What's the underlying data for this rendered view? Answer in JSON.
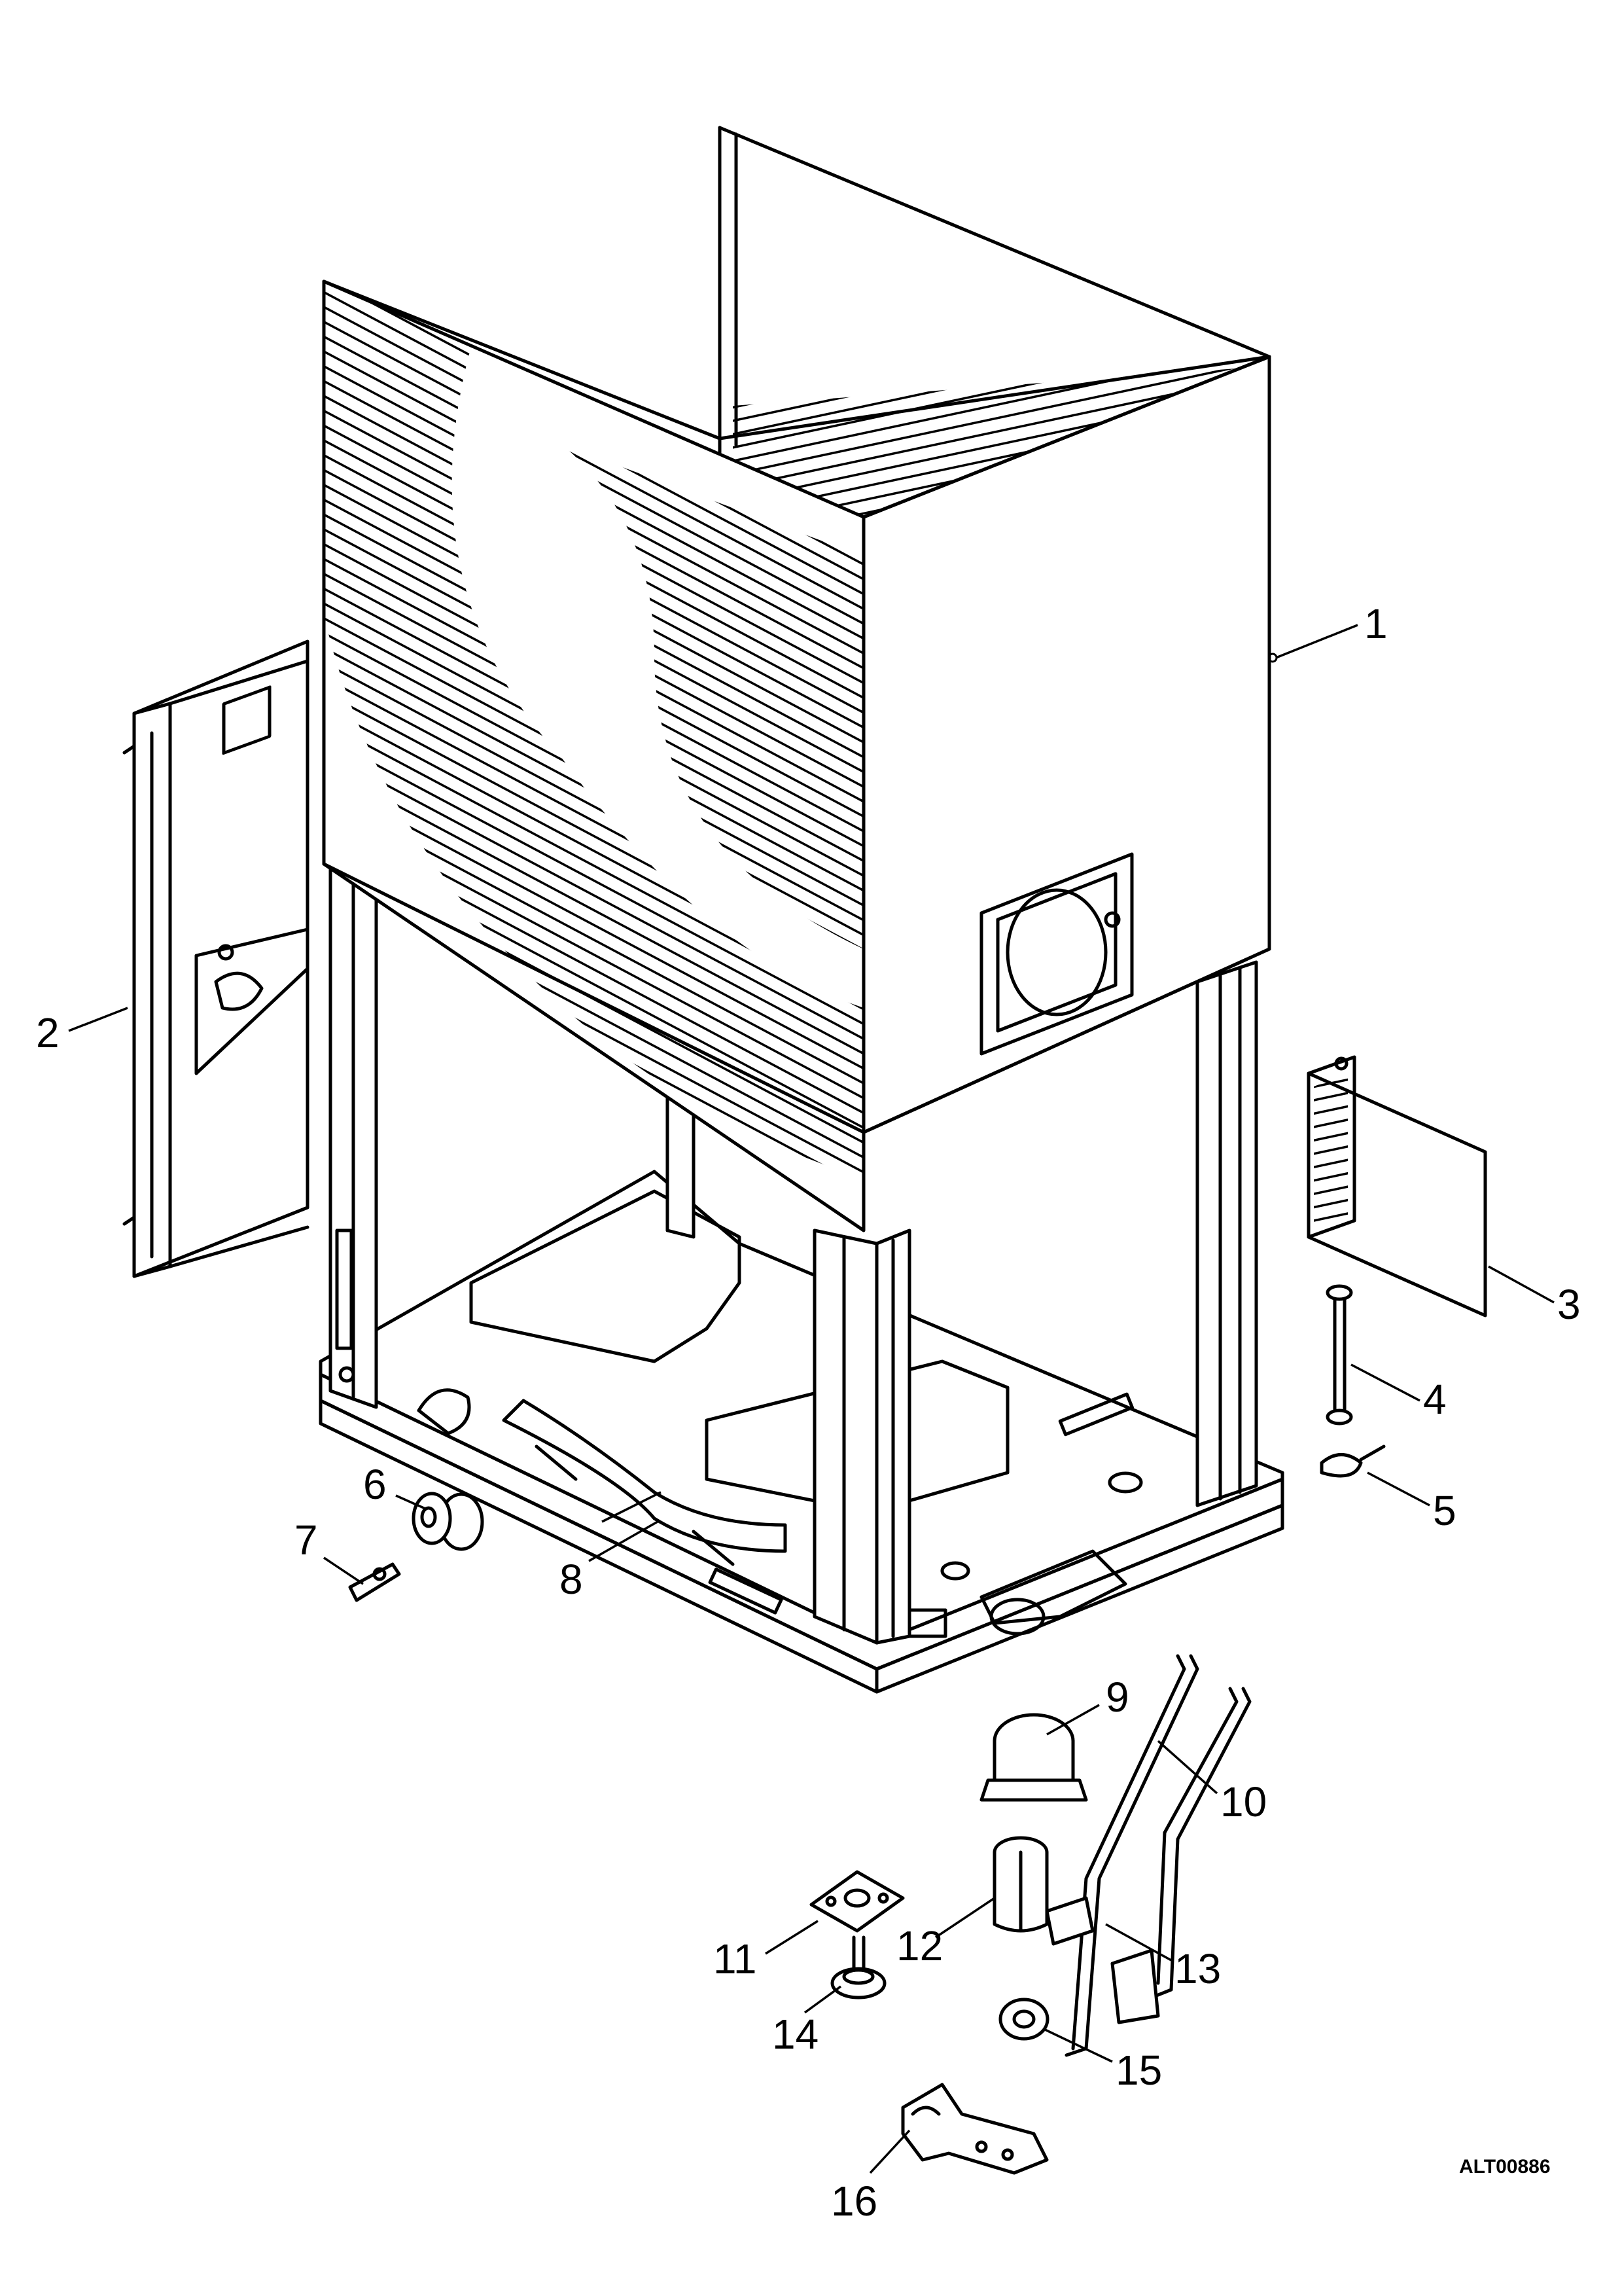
{
  "drawing_code": "ALT00886",
  "callouts": [
    {
      "id": "1",
      "label": "1"
    },
    {
      "id": "2",
      "label": "2"
    },
    {
      "id": "3",
      "label": "3"
    },
    {
      "id": "4",
      "label": "4"
    },
    {
      "id": "5",
      "label": "5"
    },
    {
      "id": "6",
      "label": "6"
    },
    {
      "id": "7",
      "label": "7"
    },
    {
      "id": "8",
      "label": "8"
    },
    {
      "id": "9",
      "label": "9"
    },
    {
      "id": "10",
      "label": "10"
    },
    {
      "id": "11",
      "label": "11"
    },
    {
      "id": "12",
      "label": "12"
    },
    {
      "id": "13",
      "label": "13"
    },
    {
      "id": "14",
      "label": "14"
    },
    {
      "id": "15",
      "label": "15"
    },
    {
      "id": "16",
      "label": "16"
    }
  ]
}
